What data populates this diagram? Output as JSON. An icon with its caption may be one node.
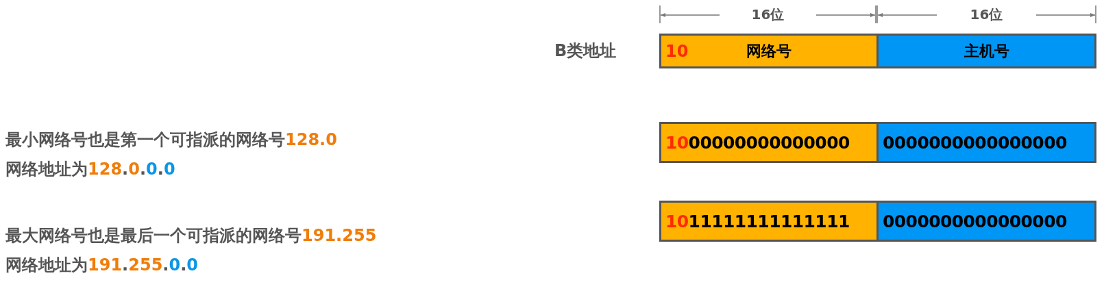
{
  "diagram": {
    "nodes": [
      {
        "text": [
          "10",
          "网络号"
        ]
      },
      {
        "text": [
          "主机号"
        ]
      },
      {
        "text": [
          "1000000000000000"
        ]
      },
      {
        "text": [
          "0000000000000000"
        ]
      },
      {
        "text": [
          "1011111111111111"
        ]
      },
      {
        "text": [
          "0000000000000000"
        ]
      }
    ],
    "labels": [
      "16位",
      "16位",
      "B类地址",
      "最小网络号也是第一个可指派的网络号128.0",
      "网络地址为128.0.0.0",
      "最大网络号也是最后一个可指派的网络号191.255",
      "网络地址为191.255.0.0"
    ]
  }
}
